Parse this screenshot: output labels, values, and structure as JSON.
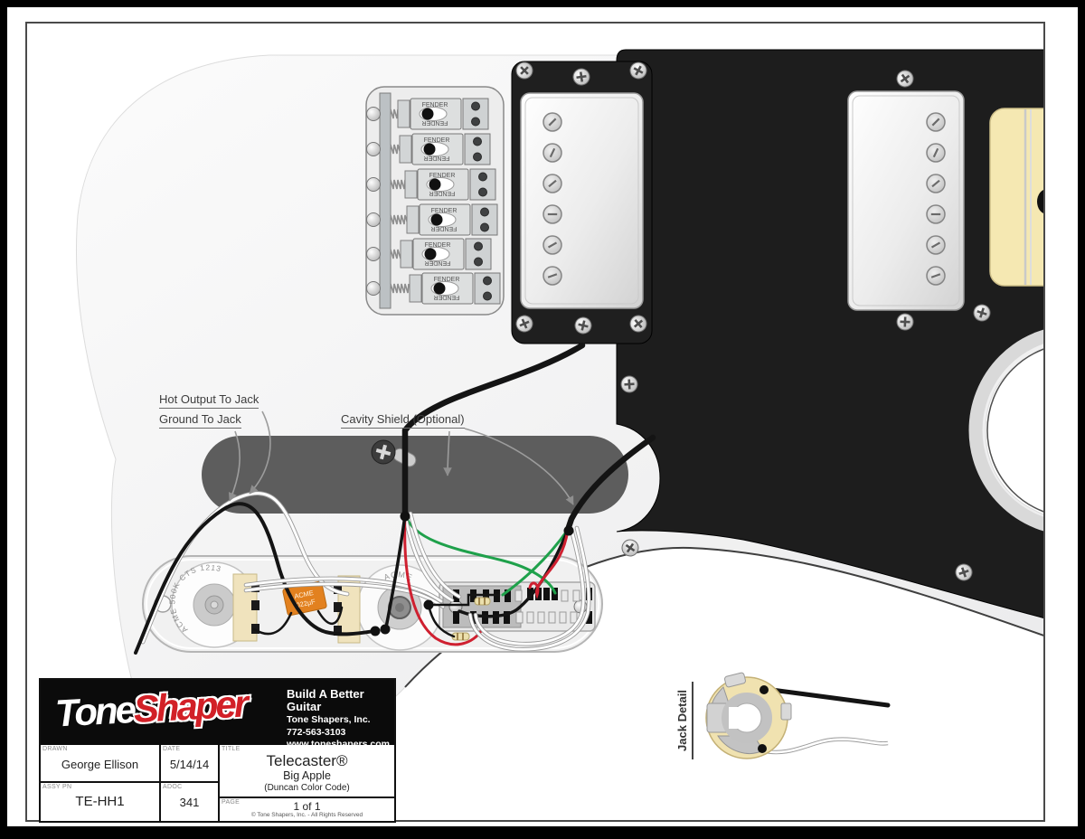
{
  "labels": {
    "hot_output_to_jack": "Hot Output To Jack",
    "ground_to_jack": "Ground To Jack",
    "cavity_shield": "Cavity Shield (Optional)",
    "jack_detail": "Jack Detail"
  },
  "components": {
    "saddle_brand": "FENDER",
    "volume_pot_text": "ACME  500K  CTS  1213",
    "tone_pot_text": "ACME",
    "capacitor_line1": "ACME",
    "capacitor_line2": "022µF"
  },
  "title_block": {
    "logo_tone": "Tone",
    "logo_shaper": "Shaper",
    "tagline": "Build A Better Guitar",
    "company": "Tone Shapers, Inc.",
    "phone": "772-563-3103",
    "website": "www.toneshapers.com",
    "fields": {
      "drawn_label": "DRAWN",
      "drawn_value": "George Ellison",
      "date_label": "DATE",
      "date_value": "5/14/14",
      "title_label": "TITLE",
      "title_value": "Telecaster®",
      "title_sub": "Big Apple",
      "title_note": "(Duncan Color Code)",
      "assy_label": "ASSY PN",
      "assy_value": "TE-HH1",
      "adoc_label": "ADOC",
      "adoc_value": "341",
      "page_label": "PAGE",
      "page_value": "1 of 1"
    },
    "copyright": "© Tone Shapers, Inc. - All Rights Reserved"
  },
  "colors": {
    "pickguard": "#1d1d1d",
    "body": "#f3f3f4",
    "cavity_shield": "#5d5d5d",
    "control_plate": "#f1f1f1",
    "cream_strip": "#f0e3bd",
    "neck": "#f5e8b2",
    "capacitor_orange": "#e2811f",
    "logo_red": "#d22027",
    "wire_black": "#141414",
    "wire_white": "#ffffff",
    "wire_red": "#cf2030",
    "wire_green": "#1fa14b"
  }
}
